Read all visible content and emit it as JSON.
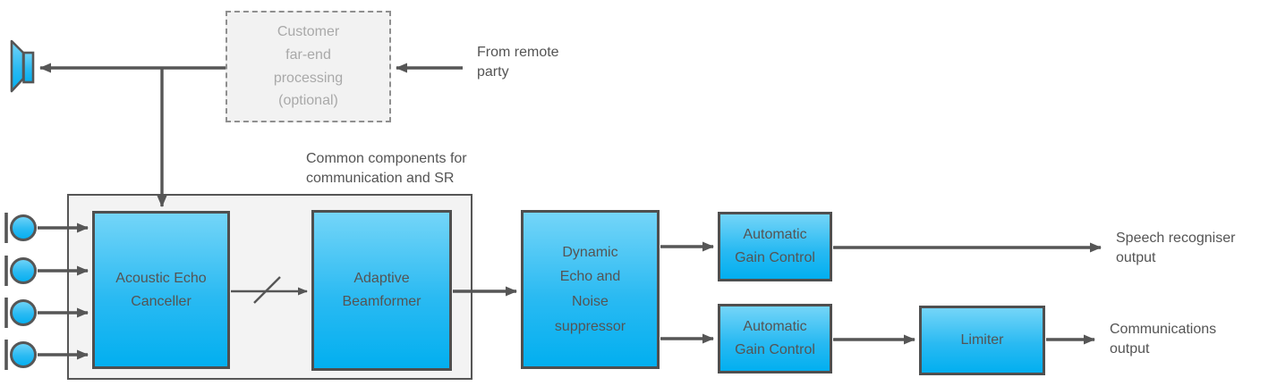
{
  "colors": {
    "node_fill_top": "#74d5f8",
    "node_fill_bottom": "#02aff0",
    "node_border": "#4f4f4f",
    "wire": "#565656",
    "text": "#545454",
    "muted_text": "#a9a9a9",
    "container_fill": "#f3f3f3",
    "dashed_fill": "#f2f2f2"
  },
  "icons": {
    "speaker": "speaker-icon",
    "microphones": [
      "microphone-icon",
      "microphone-icon",
      "microphone-icon",
      "microphone-icon"
    ]
  },
  "nodes": {
    "far_end_processing": {
      "label": "Customer\nfar-end\nprocessing\n(optional)"
    },
    "acoustic_echo_canceller": {
      "label": "Acoustic Echo\nCanceller"
    },
    "adaptive_beamformer": {
      "label": "Adaptive\nBeamformer"
    },
    "dynamic_suppressor": {
      "label": "Dynamic\nEcho and\nNoise\nsuppressor"
    },
    "agc_speech": {
      "label": "Automatic\nGain Control"
    },
    "agc_comm": {
      "label": "Automatic\nGain Control"
    },
    "limiter": {
      "label": "Limiter"
    }
  },
  "annotations": {
    "from_remote_party": "From remote\nparty",
    "common_components": "Common components for\ncommunication and SR",
    "speech_recogniser_output": "Speech recogniser\noutput",
    "communications_output": "Communications\noutput"
  }
}
